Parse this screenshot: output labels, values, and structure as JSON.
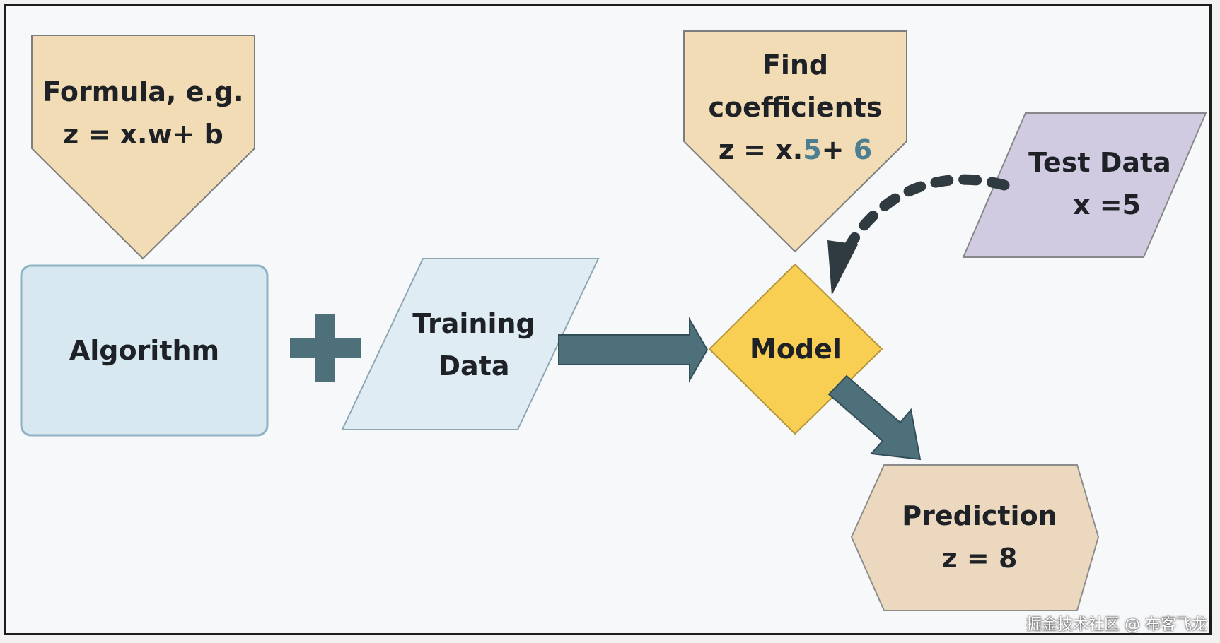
{
  "formula": {
    "line1": "Formula, e.g.",
    "line2": "z = x.w+ b"
  },
  "algorithm": {
    "label": "Algorithm"
  },
  "training": {
    "line1": "Training",
    "line2": "Data"
  },
  "find": {
    "line1": "Find",
    "line2": "coefficients",
    "line3_pre": "z = x.",
    "w_value": "5",
    "line3_mid": "+ ",
    "b_value": "6"
  },
  "test": {
    "line1": "Test Data",
    "line2": "x =5"
  },
  "model": {
    "label": "Model"
  },
  "prediction": {
    "line1": "Prediction",
    "line2": "z = 8"
  },
  "watermark": "掘金技术社区 @ 布客飞龙",
  "colors": {
    "formula_fill": "#f2dcb5",
    "algorithm_fill": "#d8e8f0",
    "training_fill": "#dfecf3",
    "test_fill": "#d1cbe1",
    "model_fill": "#f8cf52",
    "prediction_fill": "#ecd8be",
    "arrow": "#4d707b",
    "accent": "#4d7f91"
  }
}
